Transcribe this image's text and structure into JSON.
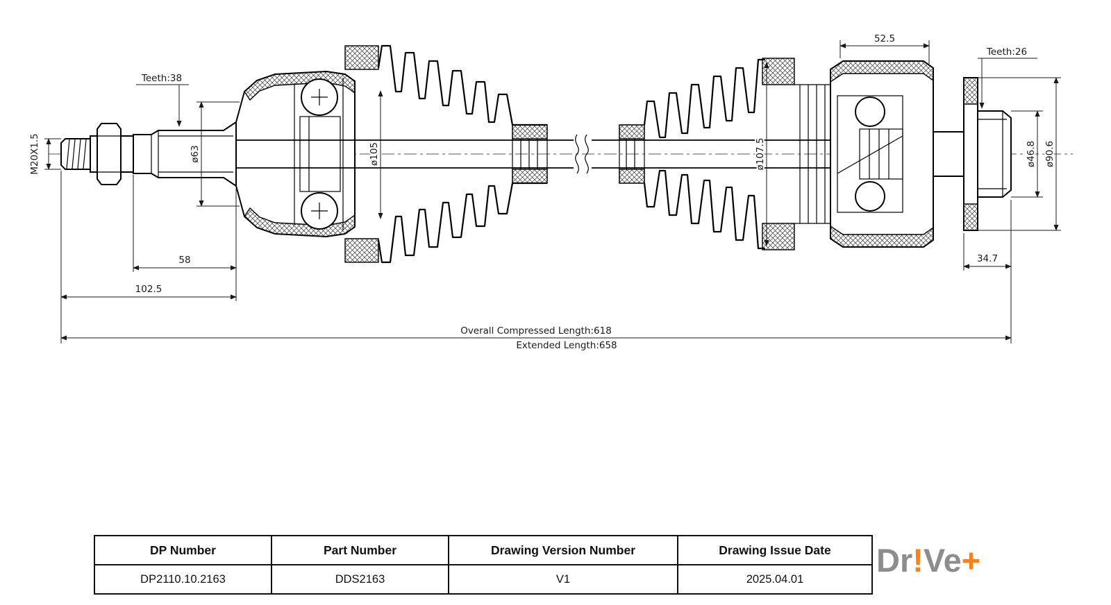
{
  "drawing": {
    "labels": {
      "teeth_left": "Teeth:38",
      "thread_spec": "M20X1.5",
      "dia_left_joint": "ø63",
      "dia_left_boot": "ø105",
      "dim_top_right": "52.5",
      "teeth_right": "Teeth:26",
      "dia_right_boot": "ø107.5",
      "dia_shaft_end": "ø46.8",
      "dia_flange": "ø90.6",
      "dim_spline_length": "58",
      "dim_left_end_length": "102.5",
      "dim_right_end_length": "34.7",
      "overall_compressed": "Overall Compressed Length:618",
      "extended": "Extended Length:658"
    }
  },
  "title_block": {
    "headers": [
      "DP Number",
      "Part Number",
      "Drawing Version Number",
      "Drawing Issue Date"
    ],
    "values": [
      "DP2110.10.2163",
      "DDS2163",
      "V1",
      "2025.04.01"
    ]
  },
  "logo": {
    "gray_color": "#8d8d8d",
    "accent_color": "#f5821f",
    "parts": [
      {
        "text": "Dr"
      },
      {
        "text": "!"
      },
      {
        "text": "Ve"
      },
      {
        "text": "+"
      }
    ]
  }
}
